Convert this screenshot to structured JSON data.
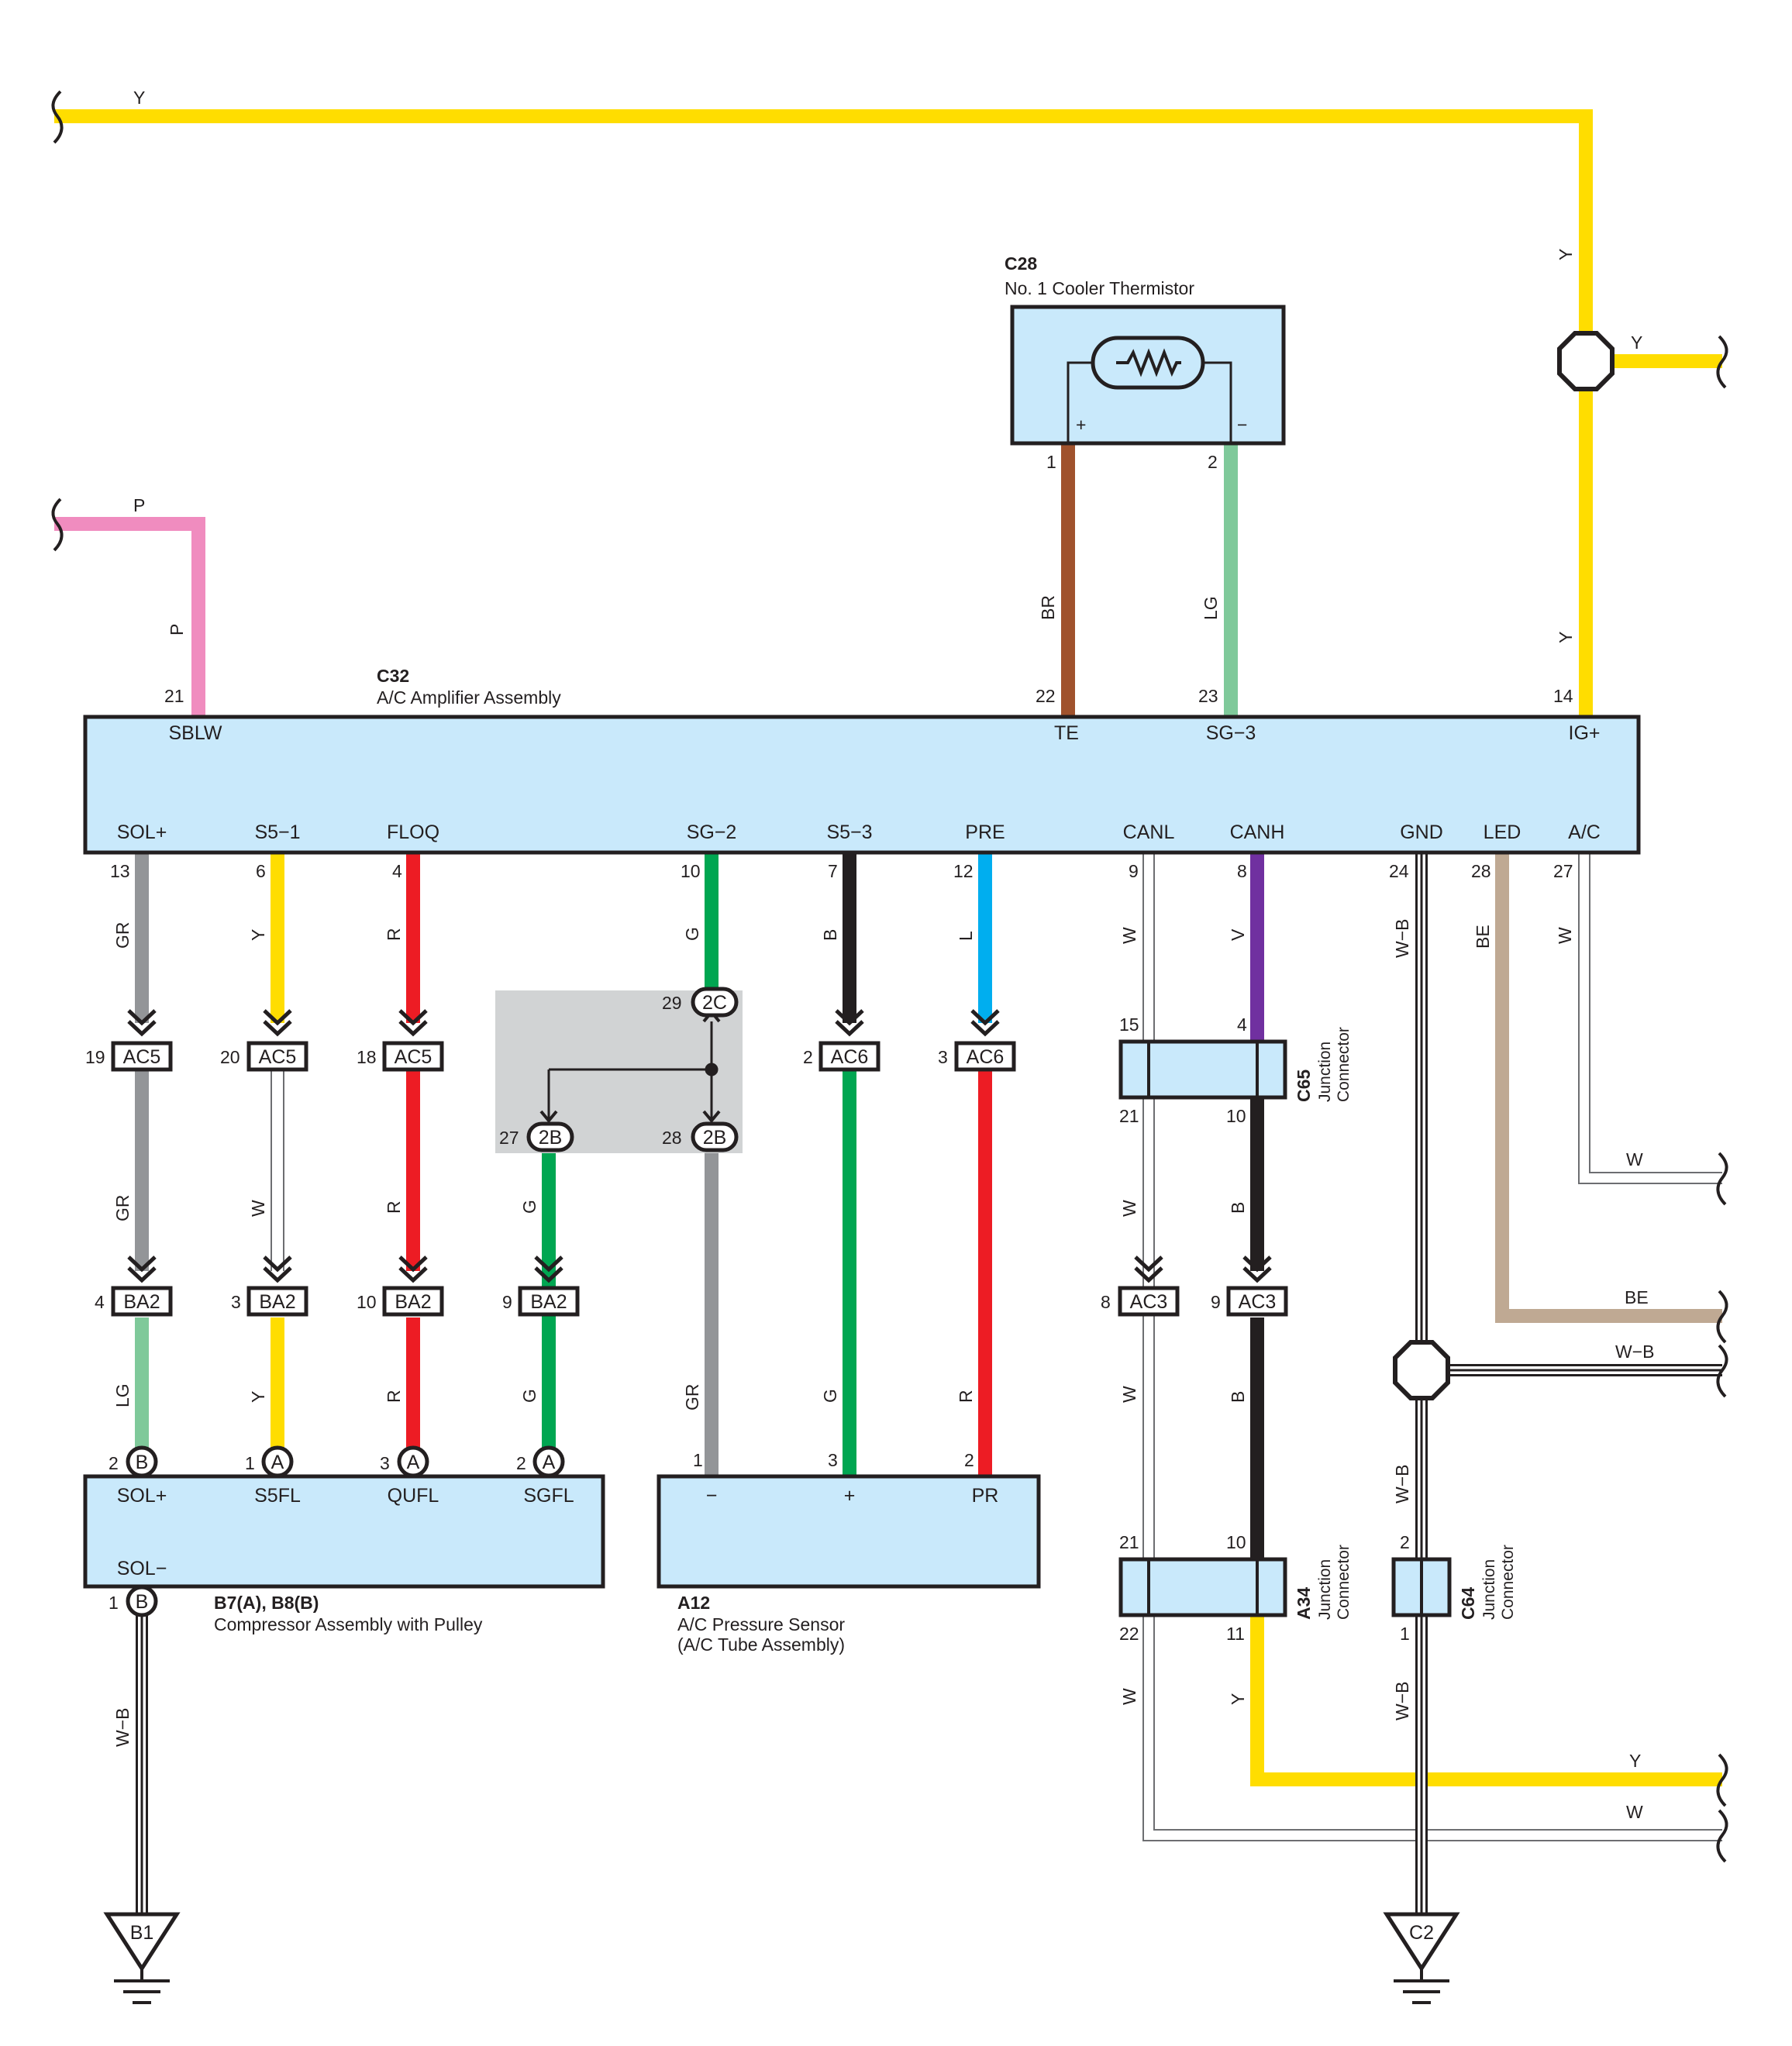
{
  "colors": {
    "Y": "#ffdd00",
    "P": "#f08cbf",
    "BR": "#a0522d",
    "LG": "#7fc99a",
    "GR": "#939598",
    "R": "#ed1c24",
    "G": "#00a651",
    "B": "#231f20",
    "L": "#00aeef",
    "V": "#7030a0",
    "BE": "#bfa993",
    "W": "#ffffff",
    "box": "#c9e9fb",
    "shade": "#d1d3d4"
  },
  "c28": {
    "id": "C28",
    "name": "No.  1 Cooler Thermistor",
    "plus": "+",
    "minus": "−",
    "pin1": "1",
    "pin2": "2"
  },
  "c32": {
    "id": "C32",
    "name": "A/C Amplifier Assembly",
    "top": {
      "sblw": {
        "term": "SBLW",
        "pin": "21"
      },
      "te": {
        "term": "TE",
        "pin": "22"
      },
      "sg3": {
        "term": "SG−3",
        "pin": "23"
      },
      "ig": {
        "term": "IG+",
        "pin": "14"
      }
    },
    "bottom": {
      "solp": {
        "term": "SOL+",
        "pin": "13"
      },
      "s51": {
        "term": "S5−1",
        "pin": "6"
      },
      "floq": {
        "term": "FLOQ",
        "pin": "4"
      },
      "sg2": {
        "term": "SG−2",
        "pin": "10"
      },
      "s53": {
        "term": "S5−3",
        "pin": "7"
      },
      "pre": {
        "term": "PRE",
        "pin": "12"
      },
      "canl": {
        "term": "CANL",
        "pin": "9"
      },
      "canh": {
        "term": "CANH",
        "pin": "8"
      },
      "gnd": {
        "term": "GND",
        "pin": "24"
      },
      "led": {
        "term": "LED",
        "pin": "28"
      },
      "ac": {
        "term": "A/C",
        "pin": "27"
      }
    }
  },
  "wires": {
    "y": "Y",
    "p": "P",
    "br": "BR",
    "lg": "LG",
    "gr": "GR",
    "r": "R",
    "g": "G",
    "b": "B",
    "l": "L",
    "w": "W",
    "v": "V",
    "wb": "W−B",
    "be": "BE"
  },
  "connectors": {
    "ac5": "AC5",
    "ac6": "AC6",
    "ba2": "BA2",
    "ac3": "AC3",
    "c2": "2C",
    "b2": "2B",
    "a": "A",
    "b": "B"
  },
  "pins": {
    "p19": "19",
    "p20": "20",
    "p18": "18",
    "p2": "2",
    "p3": "3",
    "p4": "4",
    "p10": "10",
    "p9": "9",
    "p8": "8",
    "p1": "1",
    "p29": "29",
    "p27": "27",
    "p28": "28",
    "p15": "15",
    "p21": "21",
    "p22": "22",
    "p11": "11"
  },
  "b78": {
    "id": "B7(A), B8(B)",
    "name": "Compressor Assembly with Pulley",
    "terms": [
      "SOL+",
      "S5FL",
      "QUFL",
      "SGFL"
    ],
    "solm": "SOL−"
  },
  "a12": {
    "id": "A12",
    "name1": "A/C Pressure Sensor",
    "name2": "(A/C Tube Assembly)",
    "terms": [
      "−",
      "+",
      "PR"
    ]
  },
  "c65": {
    "id": "C65",
    "name1": "Junction",
    "name2": "Connector"
  },
  "a34": {
    "id": "A34",
    "name1": "Junction",
    "name2": "Connector"
  },
  "c64": {
    "id": "C64",
    "name1": "Junction",
    "name2": "Connector"
  },
  "grounds": {
    "b1": "B1",
    "c2": "C2"
  }
}
